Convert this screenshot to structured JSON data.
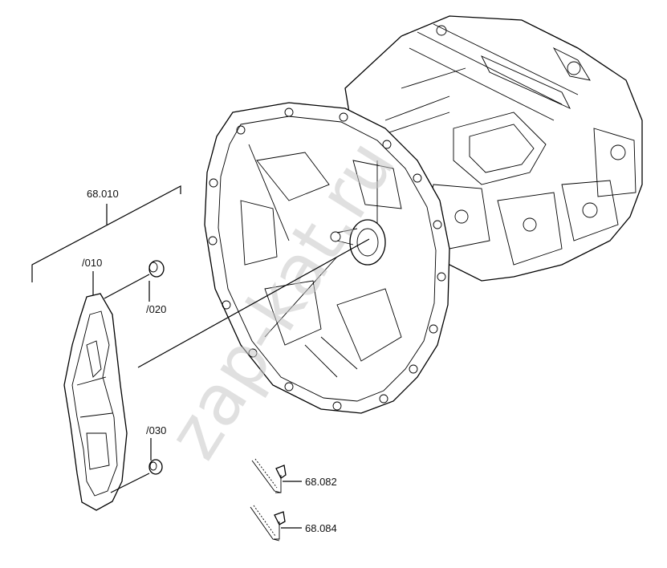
{
  "diagram": {
    "labels": {
      "assembly": "68.010",
      "fork": "/010",
      "bushing_top": "/020",
      "bushing_bottom": "/030",
      "spring_a": "68.082",
      "spring_b": "68.084"
    },
    "watermark": "zap-kat.ru"
  }
}
